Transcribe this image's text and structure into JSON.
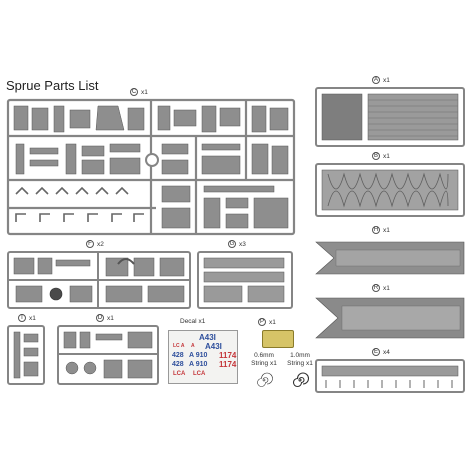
{
  "title": "Sprue Parts List",
  "sprues": {
    "C": {
      "letter": "C",
      "qty": "x1"
    },
    "F": {
      "letter": "F",
      "qty": "x2"
    },
    "G": {
      "letter": "G",
      "qty": "x3"
    },
    "T": {
      "letter": "T",
      "qty": "x1"
    },
    "D": {
      "letter": "D",
      "qty": "x1"
    },
    "P": {
      "letter": "P",
      "qty": "x1"
    },
    "A": {
      "letter": "A",
      "qty": "x1"
    },
    "B": {
      "letter": "B",
      "qty": "x1"
    },
    "H": {
      "letter": "H",
      "qty": "x1"
    },
    "R": {
      "letter": "R",
      "qty": "x1"
    },
    "E": {
      "letter": "E",
      "qty": "x4"
    }
  },
  "decal": {
    "label": "Decal",
    "qty": "x1",
    "marks": [
      "A43I",
      "A43I",
      "LC A",
      "A",
      "428",
      "A 910",
      "428",
      "A 910",
      "1174",
      "1174",
      "LCA",
      "LCA"
    ]
  },
  "strings": [
    {
      "size": "0.6mm",
      "label": "String x1"
    },
    {
      "size": "1.0mm",
      "label": "String x1"
    }
  ],
  "colors": {
    "plastic": "#9a9a9a",
    "plastic_dark": "#6e6e6e",
    "runner": "#858585",
    "decal_blue": "#2e4f9c",
    "decal_red": "#c4363a",
    "photo_etch": "#d6c467"
  }
}
